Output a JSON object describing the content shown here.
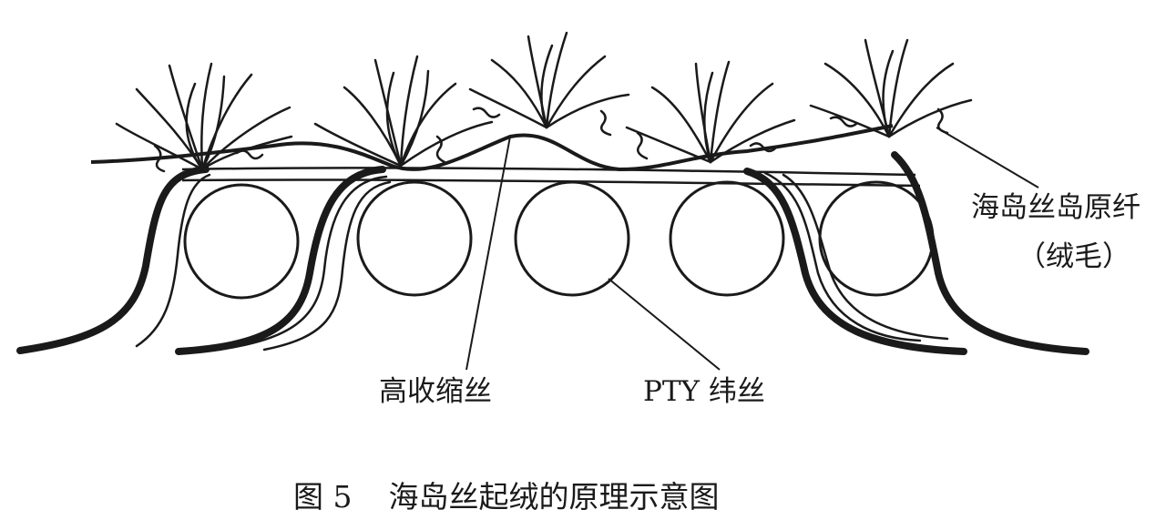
{
  "labels": {
    "island_fiber_line1": "海岛丝岛原纤",
    "island_fiber_line2": "（绒毛）",
    "high_shrink_yarn": "高收缩丝",
    "pty_weft": "PTY 纬丝"
  },
  "caption": {
    "figure_number": "图 5",
    "title": "海岛丝起绒的原理示意图"
  },
  "colors": {
    "ink": "#1a1a1a",
    "background": "#ffffff"
  }
}
